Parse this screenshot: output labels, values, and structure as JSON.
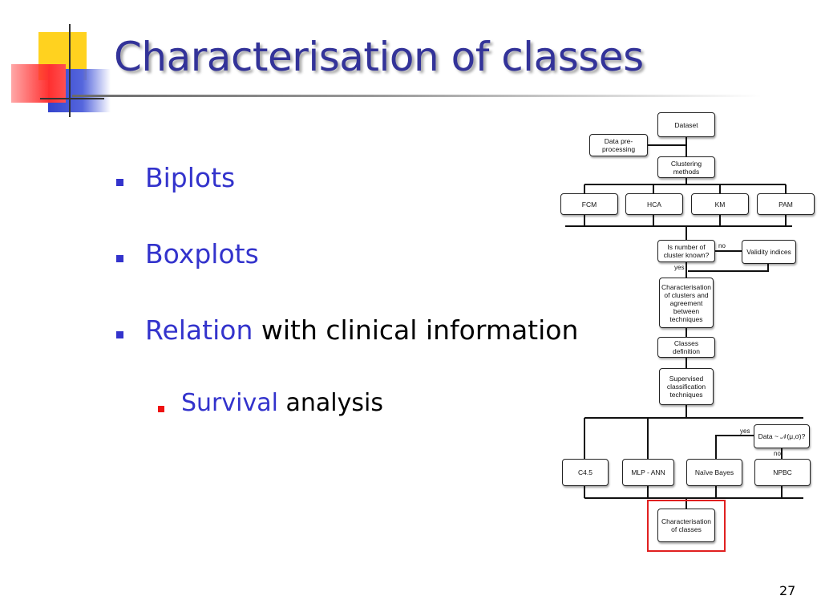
{
  "slide": {
    "title": "Characterisation of classes",
    "page_number": "27",
    "colors": {
      "title": "#333399",
      "level1_bullet": "#3333cc",
      "level2_bullet": "#ee1111",
      "highlight_box": "#e02020"
    }
  },
  "bullets": [
    {
      "parts": [
        {
          "text": "Biplots",
          "style": "blue"
        }
      ]
    },
    {
      "parts": [
        {
          "text": "Boxplots",
          "style": "blue"
        }
      ]
    },
    {
      "parts": [
        {
          "text": "Relation",
          "style": "blue"
        },
        {
          "text": " with clinical information",
          "style": "black"
        }
      ]
    }
  ],
  "sub_bullets": [
    {
      "parts": [
        {
          "text": "Survival",
          "style": "blue"
        },
        {
          "text": " analysis",
          "style": "black"
        }
      ]
    }
  ],
  "flowchart": {
    "dataset": "Dataset",
    "preprocessing": [
      "Data pre-",
      "processing"
    ],
    "clustering": [
      "Clustering",
      "methods"
    ],
    "clustering_methods": [
      "FCM",
      "HCA",
      "KM",
      "PAM"
    ],
    "cluster_known": [
      "Is number of",
      "cluster known?"
    ],
    "validity": "Validity indices",
    "label_no_1": "no",
    "label_yes_1": "yes",
    "characterisation_clusters": [
      "Characterisation",
      "of clusters and",
      "agreement",
      "between",
      "techniques"
    ],
    "classes_definition": "Classes definition",
    "supervised": [
      "Supervised",
      "classification",
      "techniques"
    ],
    "normality": "Data ~ 𝒩(μ,σ)?",
    "label_yes_2": "yes",
    "label_no_2": "no",
    "classifiers": [
      "C4.5",
      "MLP - ANN",
      "Naïve Bayes",
      "NPBC"
    ],
    "characterisation_classes": [
      "Characterisation",
      "of classes"
    ]
  }
}
